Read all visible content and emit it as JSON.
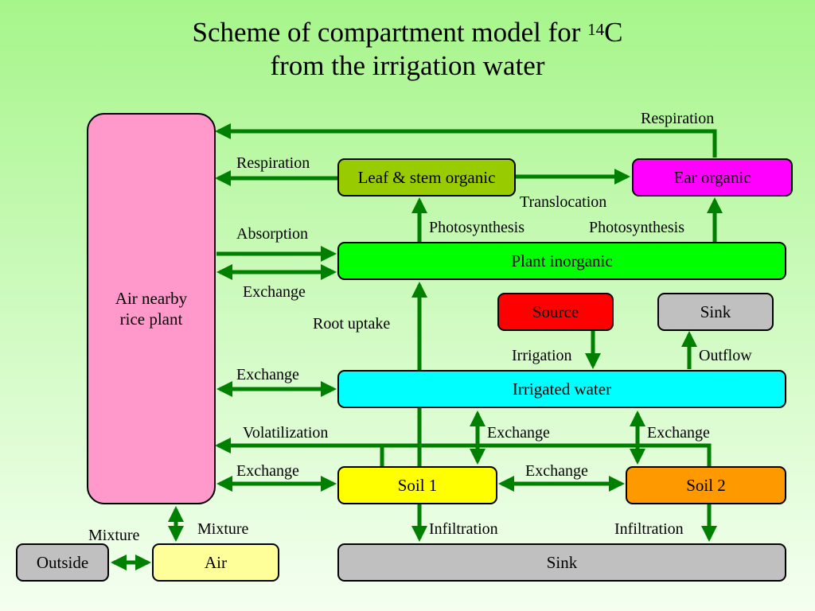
{
  "title": {
    "line1_prefix": "Scheme of compartment model for ",
    "superscript": "14",
    "line1_suffix": "C",
    "line2": "from the irrigation water"
  },
  "boxes": {
    "air_nearby": {
      "line1": "Air nearby",
      "line2": "rice plant",
      "color": "#ff99cc"
    },
    "leaf_stem": {
      "label": "Leaf & stem organic",
      "color": "#99cc00"
    },
    "ear": {
      "label": "Ear organic",
      "color": "#ff00ff"
    },
    "plant_inorganic": {
      "label": "Plant inorganic",
      "color": "#00ff00"
    },
    "source": {
      "label": "Source",
      "color": "#ff0000"
    },
    "sink_top": {
      "label": "Sink",
      "color": "#c0c0c0"
    },
    "irrigated_water": {
      "label": "Irrigated water",
      "color": "#00ffff"
    },
    "soil1": {
      "label": "Soil 1",
      "color": "#ffff00"
    },
    "soil2": {
      "label": "Soil 2",
      "color": "#ff9900"
    },
    "outside": {
      "label": "Outside",
      "color": "#c0c0c0"
    },
    "air": {
      "label": "Air",
      "color": "#ffff99"
    },
    "sink_bottom": {
      "label": "Sink",
      "color": "#c0c0c0"
    }
  },
  "labels": {
    "respiration_top": "Respiration",
    "respiration_leaf": "Respiration",
    "translocation": "Translocation",
    "photosynthesis_left": "Photosynthesis",
    "photosynthesis_right": "Photosynthesis",
    "absorption": "Absorption",
    "exchange_plant": "Exchange",
    "root_uptake": "Root uptake",
    "irrigation": "Irrigation",
    "outflow": "Outflow",
    "exchange_water": "Exchange",
    "volatilization": "Volatilization",
    "exchange_soil1_water": "Exchange",
    "exchange_soil2_water": "Exchange",
    "exchange_soil1_air": "Exchange",
    "exchange_soils": "Exchange",
    "mixture_left": "Mixture",
    "mixture_right": "Mixture",
    "infiltration_left": "Infiltration",
    "infiltration_right": "Infiltration"
  },
  "colors": {
    "arrow": "#008000"
  }
}
